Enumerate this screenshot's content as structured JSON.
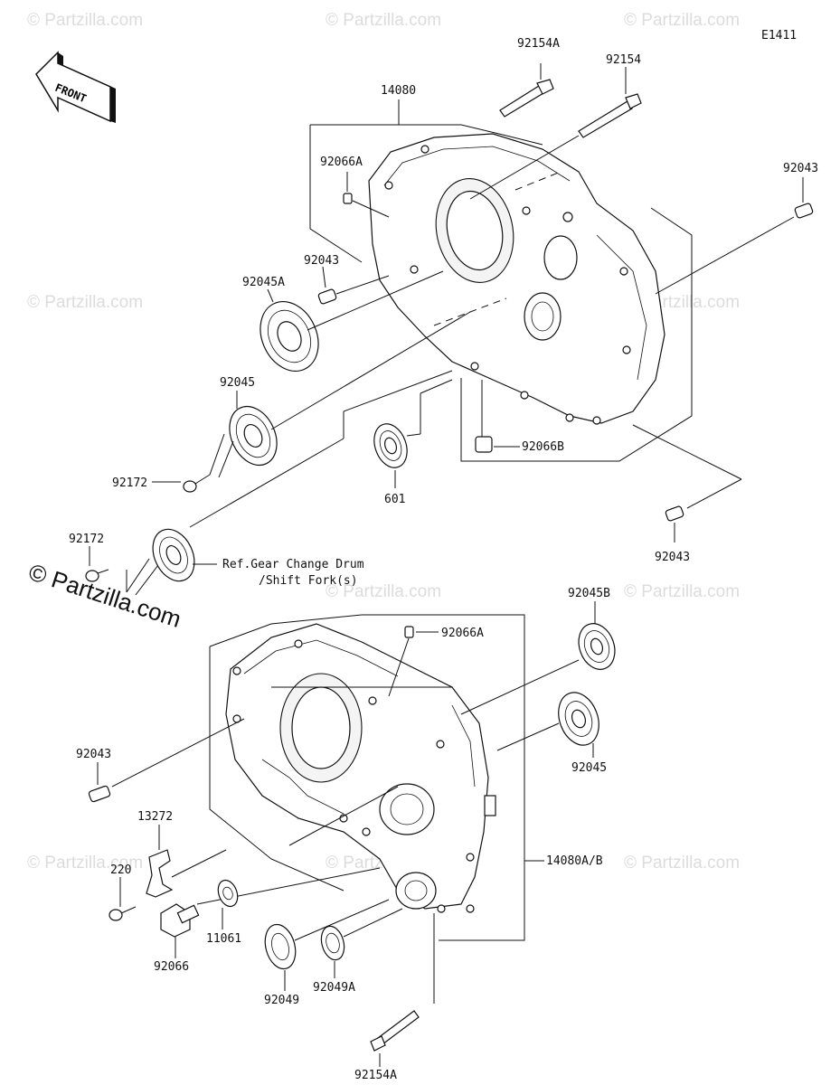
{
  "diagram_code": "E1411",
  "front_arrow_label": "FRONT",
  "watermark_small": "© Partzilla.com",
  "watermark_large": "© Partzilla.com",
  "note": {
    "line1": "Ref.Gear Change Drum",
    "line2": "/Shift Fork(s)"
  },
  "labels": {
    "p14080": "14080",
    "p92154A_top": "92154A",
    "p92154_top": "92154",
    "p92066A_top": "92066A",
    "p92043_right": "92043",
    "p92043_mid": "92043",
    "p92045A": "92045A",
    "p92045_top": "92045",
    "p92172_top": "92172",
    "p601": "601",
    "p92066B": "92066B",
    "p92043_lower_right": "92043",
    "p92172_left": "92172",
    "p92045B": "92045B",
    "p92066A_bottom": "92066A",
    "p92043_left": "92043",
    "p92045_bottom": "92045",
    "p13272": "13272",
    "p220": "220",
    "p14080AB": "14080A/B",
    "p92066": "92066",
    "p11061": "11061",
    "p92049": "92049",
    "p92049A": "92049A",
    "p92154A_bottom": "92154A"
  }
}
